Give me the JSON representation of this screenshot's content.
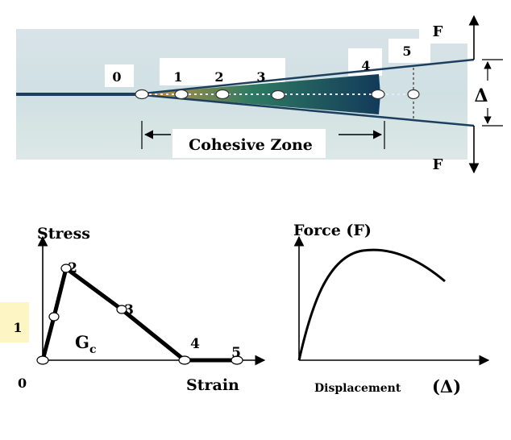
{
  "crack_figure": {
    "stage_labels": [
      "0",
      "1",
      "2",
      "3",
      "4",
      "5"
    ],
    "force_label_top": "F",
    "force_label_bottom": "F",
    "opening_label": "Δ",
    "zone_label": "Cohesive Zone"
  },
  "stress_strain": {
    "y_axis_label": "Stress",
    "x_axis_label": "Strain",
    "origin_label": "0",
    "side_label": "1",
    "area_label": "G",
    "area_subscript": "c",
    "point_labels": [
      "2",
      "3",
      "4",
      "5"
    ]
  },
  "force_displacement": {
    "y_axis_label": "Force (F)",
    "x_axis_label": "Displacement",
    "x_axis_symbol": "(Δ)"
  },
  "colors": {
    "sky": "#dfe8ea",
    "crack_outer": "#1d3f5e",
    "zone_fill": "#1f6f56",
    "zone_warm": "#c9903a",
    "line": "#000000",
    "side_box": "#fdf6c4"
  }
}
